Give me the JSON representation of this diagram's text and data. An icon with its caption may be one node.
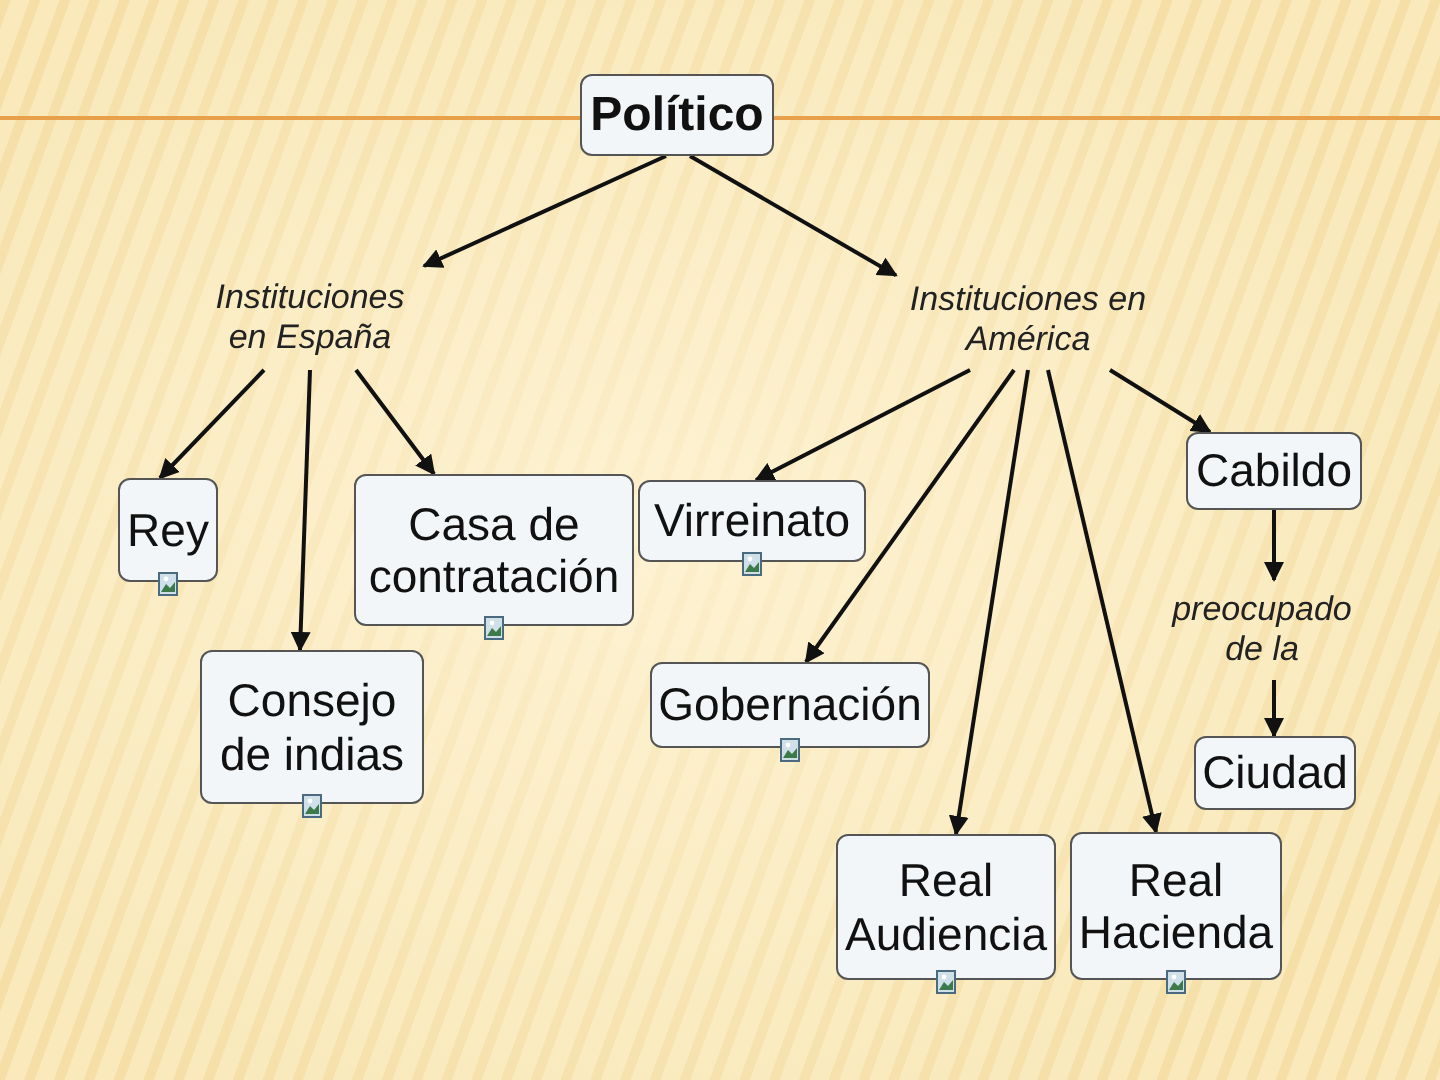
{
  "diagram": {
    "nodes": [
      {
        "text": [
          "Político"
        ]
      },
      {
        "text": [
          "Instituciones en España"
        ]
      },
      {
        "text": [
          "Instituciones en América"
        ]
      },
      {
        "text": [
          "Rey"
        ]
      },
      {
        "text": [
          "Casa de contratación"
        ]
      },
      {
        "text": [
          "Consejo de indias"
        ]
      },
      {
        "text": [
          "Virreinato"
        ]
      },
      {
        "text": [
          "Gobernación"
        ]
      },
      {
        "text": [
          "Real Audiencia"
        ]
      },
      {
        "text": [
          "Real Hacienda"
        ]
      },
      {
        "text": [
          "Cabildo"
        ]
      },
      {
        "text": [
          "preocupado de la"
        ]
      },
      {
        "text": [
          "Ciudad"
        ]
      }
    ],
    "edges": [
      {
        "from": 0,
        "to": 1,
        "arrow": "to"
      },
      {
        "from": 0,
        "to": 2,
        "arrow": "to"
      },
      {
        "from": 1,
        "to": 3,
        "arrow": "to"
      },
      {
        "from": 1,
        "to": 5,
        "arrow": "to"
      },
      {
        "from": 1,
        "to": 4,
        "arrow": "to"
      },
      {
        "from": 2,
        "to": 6,
        "arrow": "to"
      },
      {
        "from": 2,
        "to": 7,
        "arrow": "to"
      },
      {
        "from": 2,
        "to": 8,
        "arrow": "to"
      },
      {
        "from": 2,
        "to": 9,
        "arrow": "to"
      },
      {
        "from": 2,
        "to": 10,
        "arrow": "to"
      },
      {
        "from": 10,
        "to": 11,
        "arrow": "to"
      },
      {
        "from": 11,
        "to": 12,
        "arrow": "to"
      }
    ]
  }
}
